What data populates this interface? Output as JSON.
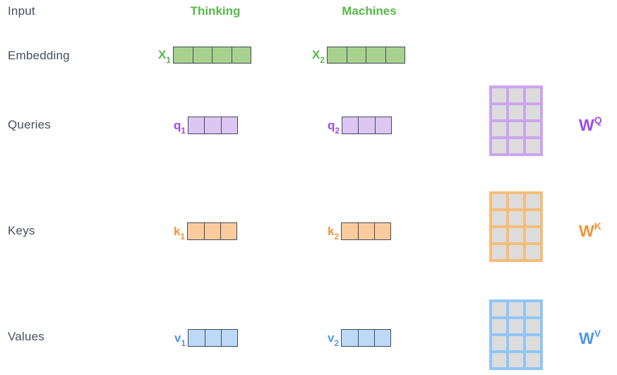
{
  "palette": {
    "green_text": "#54b948",
    "green_fill": "#a9d18e",
    "purple_text": "#9e4bea",
    "purple_fill": "#ddc6f2",
    "purple_grid": "#cba5f0",
    "orange_text": "#f0943c",
    "orange_fill": "#f9cb9d",
    "orange_grid": "#f6bd78",
    "blue_text": "#4f96ee",
    "blue_fill": "#bed9f7",
    "blue_grid": "#90c6f8",
    "vector_border": "#3f4a5a",
    "row_label_text": "#454f5d",
    "matrix_cell_fill": "#dcdcdc"
  },
  "labels": {
    "input": "Input",
    "embedding": "Embedding",
    "queries": "Queries",
    "keys": "Keys",
    "values": "Values"
  },
  "words": {
    "word1": "Thinking",
    "word2": "Machines"
  },
  "rows": {
    "embedding": {
      "v1": {
        "base": "X",
        "sub": "1"
      },
      "v2": {
        "base": "X",
        "sub": "2"
      },
      "cells": 4
    },
    "queries": {
      "v1": {
        "base": "q",
        "sub": "1"
      },
      "v2": {
        "base": "q",
        "sub": "2"
      },
      "cells": 3
    },
    "keys": {
      "v1": {
        "base": "k",
        "sub": "1"
      },
      "v2": {
        "base": "k",
        "sub": "2"
      },
      "cells": 3
    },
    "values": {
      "v1": {
        "base": "v",
        "sub": "1"
      },
      "v2": {
        "base": "v",
        "sub": "2"
      },
      "cells": 3
    }
  },
  "matrices": {
    "wq": {
      "base": "W",
      "sup": "Q",
      "rows": 4,
      "cols": 3
    },
    "wk": {
      "base": "W",
      "sup": "K",
      "rows": 4,
      "cols": 3
    },
    "wv": {
      "base": "W",
      "sup": "V",
      "rows": 4,
      "cols": 3
    }
  }
}
